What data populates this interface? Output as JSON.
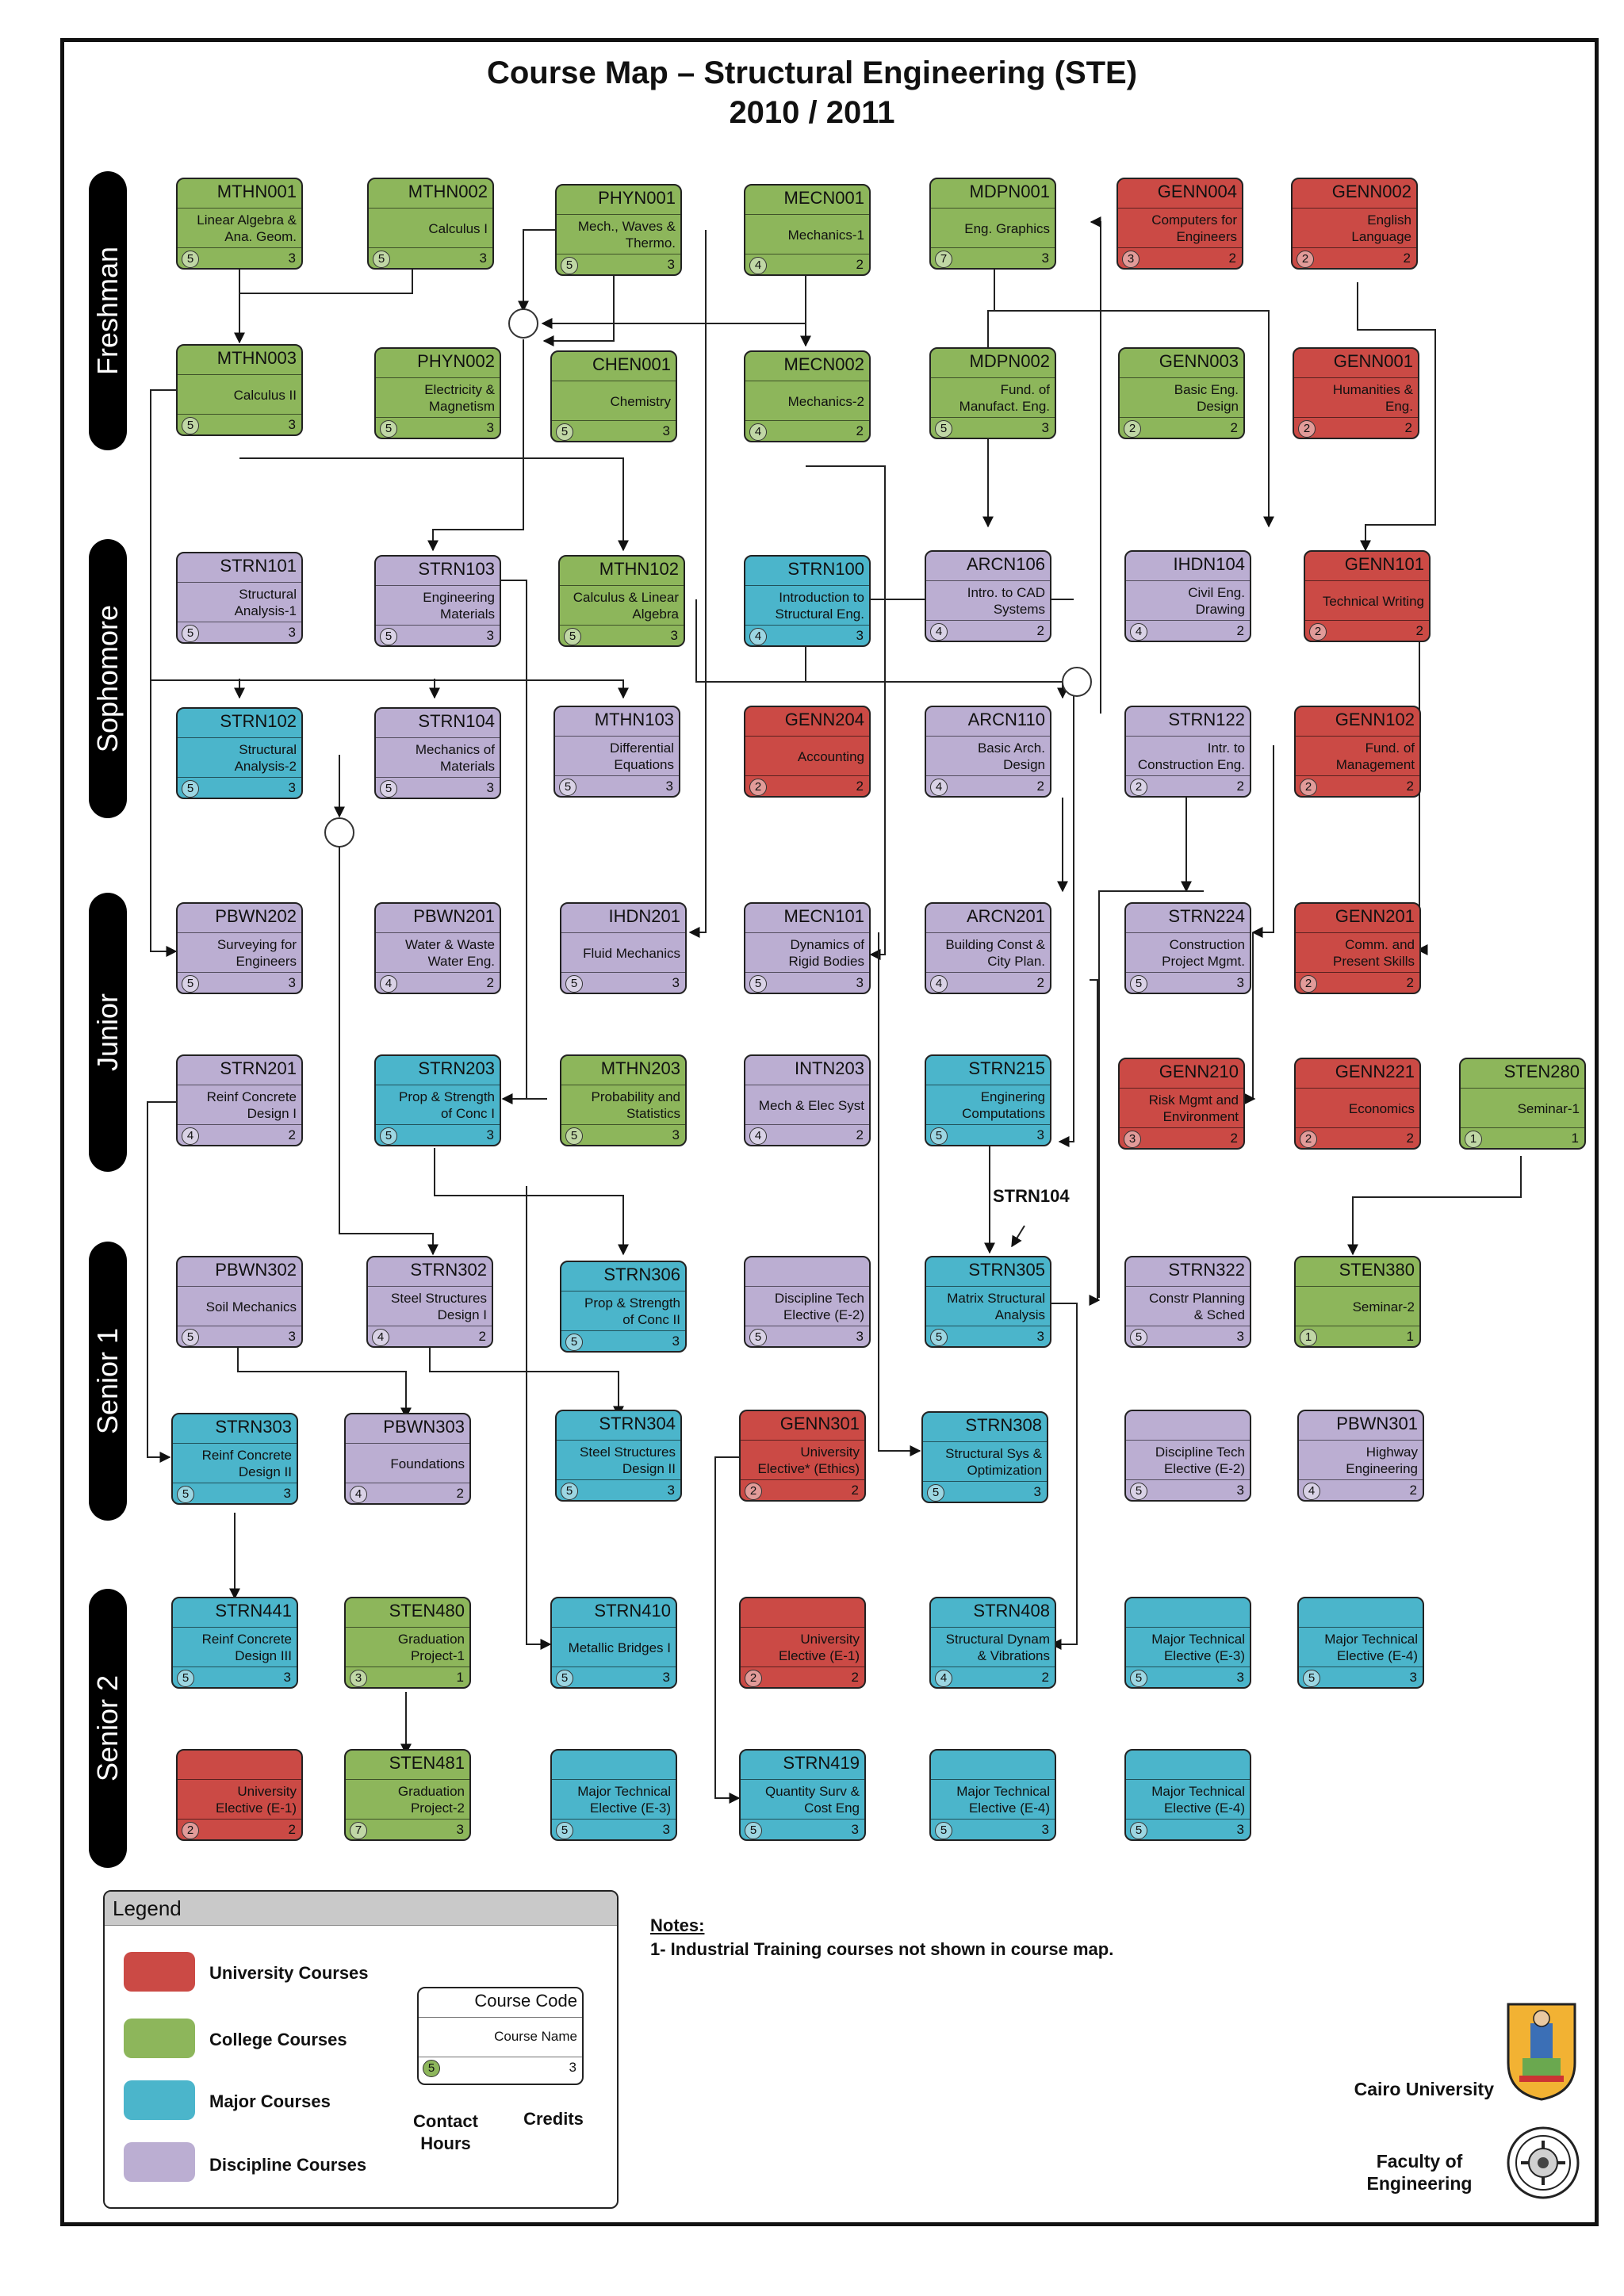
{
  "title": "Course Map – Structural Engineering (STE)",
  "subtitle": "2010 / 2011",
  "years": [
    "Freshman",
    "Sophomore",
    "Junior",
    "Senior 1",
    "Senior 2"
  ],
  "colors": {
    "university": "#cb4a45",
    "college": "#8db65b",
    "major": "#4bb5cb",
    "discipline": "#bbaed2"
  },
  "courses": [
    {
      "code": "MTHN001",
      "name": [
        "Linear Algebra &",
        "Ana. Geom."
      ],
      "hours": "5",
      "credits": "3",
      "cat": "college"
    },
    {
      "code": "MTHN002",
      "name": [
        "Calculus I"
      ],
      "hours": "5",
      "credits": "3",
      "cat": "college"
    },
    {
      "code": "PHYN001",
      "name": [
        "Mech., Waves &",
        "Thermo."
      ],
      "hours": "5",
      "credits": "3",
      "cat": "college"
    },
    {
      "code": "MECN001",
      "name": [
        "Mechanics-1"
      ],
      "hours": "4",
      "credits": "2",
      "cat": "college"
    },
    {
      "code": "MDPN001",
      "name": [
        "Eng. Graphics"
      ],
      "hours": "7",
      "credits": "3",
      "cat": "college"
    },
    {
      "code": "GENN004",
      "name": [
        "Computers for",
        "Engineers"
      ],
      "hours": "3",
      "credits": "2",
      "cat": "university"
    },
    {
      "code": "GENN002",
      "name": [
        "English",
        "Language"
      ],
      "hours": "2",
      "credits": "2",
      "cat": "university"
    },
    {
      "code": "MTHN003",
      "name": [
        "Calculus II"
      ],
      "hours": "5",
      "credits": "3",
      "cat": "college"
    },
    {
      "code": "PHYN002",
      "name": [
        "Electricity &",
        "Magnetism"
      ],
      "hours": "5",
      "credits": "3",
      "cat": "college"
    },
    {
      "code": "CHEN001",
      "name": [
        "Chemistry"
      ],
      "hours": "5",
      "credits": "3",
      "cat": "college"
    },
    {
      "code": "MECN002",
      "name": [
        "Mechanics-2"
      ],
      "hours": "4",
      "credits": "2",
      "cat": "college"
    },
    {
      "code": "MDPN002",
      "name": [
        "Fund. of",
        "Manufact. Eng."
      ],
      "hours": "5",
      "credits": "3",
      "cat": "college"
    },
    {
      "code": "GENN003",
      "name": [
        "Basic Eng.",
        "Design"
      ],
      "hours": "2",
      "credits": "2",
      "cat": "college"
    },
    {
      "code": "GENN001",
      "name": [
        "Humanities &",
        "Eng."
      ],
      "hours": "2",
      "credits": "2",
      "cat": "university"
    },
    {
      "code": "STRN101",
      "name": [
        "Structural",
        "Analysis-1"
      ],
      "hours": "5",
      "credits": "3",
      "cat": "discipline"
    },
    {
      "code": "STRN103",
      "name": [
        "Engineering",
        "Materials"
      ],
      "hours": "5",
      "credits": "3",
      "cat": "discipline"
    },
    {
      "code": "MTHN102",
      "name": [
        "Calculus & Linear",
        "Algebra"
      ],
      "hours": "5",
      "credits": "3",
      "cat": "college"
    },
    {
      "code": "STRN100",
      "name": [
        "Introduction to",
        "Structural Eng."
      ],
      "hours": "4",
      "credits": "3",
      "cat": "major"
    },
    {
      "code": "ARCN106",
      "name": [
        "Intro. to CAD",
        "Systems"
      ],
      "hours": "4",
      "credits": "2",
      "cat": "discipline"
    },
    {
      "code": "IHDN104",
      "name": [
        "Civil Eng.",
        "Drawing"
      ],
      "hours": "4",
      "credits": "2",
      "cat": "discipline"
    },
    {
      "code": "GENN101",
      "name": [
        "Technical Writing"
      ],
      "hours": "2",
      "credits": "2",
      "cat": "university"
    },
    {
      "code": "STRN102",
      "name": [
        "Structural",
        "Analysis-2"
      ],
      "hours": "5",
      "credits": "3",
      "cat": "major"
    },
    {
      "code": "STRN104",
      "name": [
        "Mechanics of",
        "Materials"
      ],
      "hours": "5",
      "credits": "3",
      "cat": "discipline"
    },
    {
      "code": "MTHN103",
      "name": [
        "Differential",
        "Equations"
      ],
      "hours": "5",
      "credits": "3",
      "cat": "discipline"
    },
    {
      "code": "GENN204",
      "name": [
        "Accounting"
      ],
      "hours": "2",
      "credits": "2",
      "cat": "university"
    },
    {
      "code": "ARCN110",
      "name": [
        "Basic Arch.",
        "Design"
      ],
      "hours": "4",
      "credits": "2",
      "cat": "discipline"
    },
    {
      "code": "STRN122",
      "name": [
        "Intr. to",
        "Construction Eng."
      ],
      "hours": "2",
      "credits": "2",
      "cat": "discipline"
    },
    {
      "code": "GENN102",
      "name": [
        "Fund. of",
        "Management"
      ],
      "hours": "2",
      "credits": "2",
      "cat": "university"
    },
    {
      "code": "PBWN202",
      "name": [
        "Surveying for",
        "Engineers"
      ],
      "hours": "5",
      "credits": "3",
      "cat": "discipline"
    },
    {
      "code": "PBWN201",
      "name": [
        "Water & Waste",
        "Water Eng."
      ],
      "hours": "4",
      "credits": "2",
      "cat": "discipline"
    },
    {
      "code": "IHDN201",
      "name": [
        "Fluid Mechanics"
      ],
      "hours": "5",
      "credits": "3",
      "cat": "discipline"
    },
    {
      "code": "MECN101",
      "name": [
        "Dynamics of",
        "Rigid Bodies"
      ],
      "hours": "5",
      "credits": "3",
      "cat": "discipline"
    },
    {
      "code": "ARCN201",
      "name": [
        "Building Const &",
        "City Plan."
      ],
      "hours": "4",
      "credits": "2",
      "cat": "discipline"
    },
    {
      "code": "STRN224",
      "name": [
        "Construction",
        "Project Mgmt."
      ],
      "hours": "5",
      "credits": "3",
      "cat": "discipline"
    },
    {
      "code": "GENN201",
      "name": [
        "Comm. and",
        "Present Skills"
      ],
      "hours": "2",
      "credits": "2",
      "cat": "university"
    },
    {
      "code": "STRN201",
      "name": [
        "Reinf Concrete",
        "Design I"
      ],
      "hours": "4",
      "credits": "2",
      "cat": "discipline"
    },
    {
      "code": "STRN203",
      "name": [
        "Prop & Strength",
        "of Conc I"
      ],
      "hours": "5",
      "credits": "3",
      "cat": "major"
    },
    {
      "code": "MTHN203",
      "name": [
        "Probability and",
        "Statistics"
      ],
      "hours": "5",
      "credits": "3",
      "cat": "college"
    },
    {
      "code": "INTN203",
      "name": [
        "Mech & Elec Syst"
      ],
      "hours": "4",
      "credits": "2",
      "cat": "discipline"
    },
    {
      "code": "STRN215",
      "name": [
        "Enginering",
        "Computations"
      ],
      "hours": "5",
      "credits": "3",
      "cat": "major"
    },
    {
      "code": "GENN210",
      "name": [
        "Risk Mgmt and",
        "Environment"
      ],
      "hours": "3",
      "credits": "2",
      "cat": "university"
    },
    {
      "code": "GENN221",
      "name": [
        "Economics"
      ],
      "hours": "2",
      "credits": "2",
      "cat": "university"
    },
    {
      "code": "STEN280",
      "name": [
        "Seminar-1"
      ],
      "hours": "1",
      "credits": "1",
      "cat": "college"
    },
    {
      "code": "PBWN302",
      "name": [
        "Soil Mechanics"
      ],
      "hours": "5",
      "credits": "3",
      "cat": "discipline"
    },
    {
      "code": "STRN302",
      "name": [
        "Steel Structures",
        "Design I"
      ],
      "hours": "4",
      "credits": "2",
      "cat": "discipline"
    },
    {
      "code": "STRN306",
      "name": [
        "Prop & Strength",
        "of Conc II"
      ],
      "hours": "5",
      "credits": "3",
      "cat": "major"
    },
    {
      "code": "",
      "name": [
        "Discipline Tech",
        "Elective (E-2)"
      ],
      "hours": "5",
      "credits": "3",
      "cat": "discipline"
    },
    {
      "code": "STRN305",
      "name": [
        "Matrix Structural",
        "Analysis"
      ],
      "hours": "5",
      "credits": "3",
      "cat": "major"
    },
    {
      "code": "STRN322",
      "name": [
        "Constr Planning",
        "& Sched"
      ],
      "hours": "5",
      "credits": "3",
      "cat": "discipline"
    },
    {
      "code": "STEN380",
      "name": [
        "Seminar-2"
      ],
      "hours": "1",
      "credits": "1",
      "cat": "college"
    },
    {
      "code": "STRN303",
      "name": [
        "Reinf Concrete",
        "Design II"
      ],
      "hours": "5",
      "credits": "3",
      "cat": "major"
    },
    {
      "code": "PBWN303",
      "name": [
        "Foundations"
      ],
      "hours": "4",
      "credits": "2",
      "cat": "discipline"
    },
    {
      "code": "STRN304",
      "name": [
        "Steel Structures",
        "Design II"
      ],
      "hours": "5",
      "credits": "3",
      "cat": "major"
    },
    {
      "code": "GENN301",
      "name": [
        "University",
        "Elective* (Ethics)"
      ],
      "hours": "2",
      "credits": "2",
      "cat": "university"
    },
    {
      "code": "STRN308",
      "name": [
        "Structural Sys &",
        "Optimization"
      ],
      "hours": "5",
      "credits": "3",
      "cat": "major"
    },
    {
      "code": "",
      "name": [
        "Discipline Tech",
        "Elective (E-2)"
      ],
      "hours": "5",
      "credits": "3",
      "cat": "discipline"
    },
    {
      "code": "PBWN301",
      "name": [
        "Highway",
        "Engineering"
      ],
      "hours": "4",
      "credits": "2",
      "cat": "discipline"
    },
    {
      "code": "STRN441",
      "name": [
        "Reinf Concrete",
        "Design III"
      ],
      "hours": "5",
      "credits": "3",
      "cat": "major"
    },
    {
      "code": "STEN480",
      "name": [
        "Graduation",
        "Project-1"
      ],
      "hours": "3",
      "credits": "1",
      "cat": "college"
    },
    {
      "code": "STRN410",
      "name": [
        "Metallic Bridges I"
      ],
      "hours": "5",
      "credits": "3",
      "cat": "major"
    },
    {
      "code": "",
      "name": [
        "University",
        "Elective (E-1)"
      ],
      "hours": "2",
      "credits": "2",
      "cat": "university"
    },
    {
      "code": "STRN408",
      "name": [
        "Structural Dynam",
        "& Vibrations"
      ],
      "hours": "4",
      "credits": "2",
      "cat": "major"
    },
    {
      "code": "",
      "name": [
        "Major Technical",
        "Elective (E-3)"
      ],
      "hours": "5",
      "credits": "3",
      "cat": "major"
    },
    {
      "code": "",
      "name": [
        "Major Technical",
        "Elective (E-4)"
      ],
      "hours": "5",
      "credits": "3",
      "cat": "major"
    },
    {
      "code": "",
      "name": [
        "University",
        "Elective (E-1)"
      ],
      "hours": "2",
      "credits": "2",
      "cat": "university"
    },
    {
      "code": "STEN481",
      "name": [
        "Graduation",
        "Project-2"
      ],
      "hours": "7",
      "credits": "3",
      "cat": "college"
    },
    {
      "code": "",
      "name": [
        "Major Technical",
        "Elective (E-3)"
      ],
      "hours": "5",
      "credits": "3",
      "cat": "major"
    },
    {
      "code": "STRN419",
      "name": [
        "Quantity Surv &",
        "Cost Eng"
      ],
      "hours": "5",
      "credits": "3",
      "cat": "major"
    },
    {
      "code": "",
      "name": [
        "Major Technical",
        "Elective (E-4)"
      ],
      "hours": "5",
      "credits": "3",
      "cat": "major"
    },
    {
      "code": "",
      "name": [
        "Major Technical",
        "Elective (E-4)"
      ],
      "hours": "5",
      "credits": "3",
      "cat": "major"
    }
  ],
  "annotation": "STRN104",
  "legend": {
    "title": "Legend",
    "items": [
      {
        "label": "University Courses",
        "cat": "university"
      },
      {
        "label": "College Courses",
        "cat": "college"
      },
      {
        "label": "Major Courses",
        "cat": "major"
      },
      {
        "label": "Discipline Courses",
        "cat": "discipline"
      }
    ],
    "sample": {
      "code": "Course Code",
      "name": "Course Name",
      "hours": "5",
      "credits": "3"
    },
    "contact_hours": [
      "Contact",
      "Hours"
    ],
    "credits": "Credits"
  },
  "notes": {
    "heading": "Notes:",
    "line1": "1- Industrial Training courses not shown in course map."
  },
  "footer": {
    "university": "Cairo University",
    "faculty": [
      "Faculty of",
      "Engineering"
    ]
  }
}
